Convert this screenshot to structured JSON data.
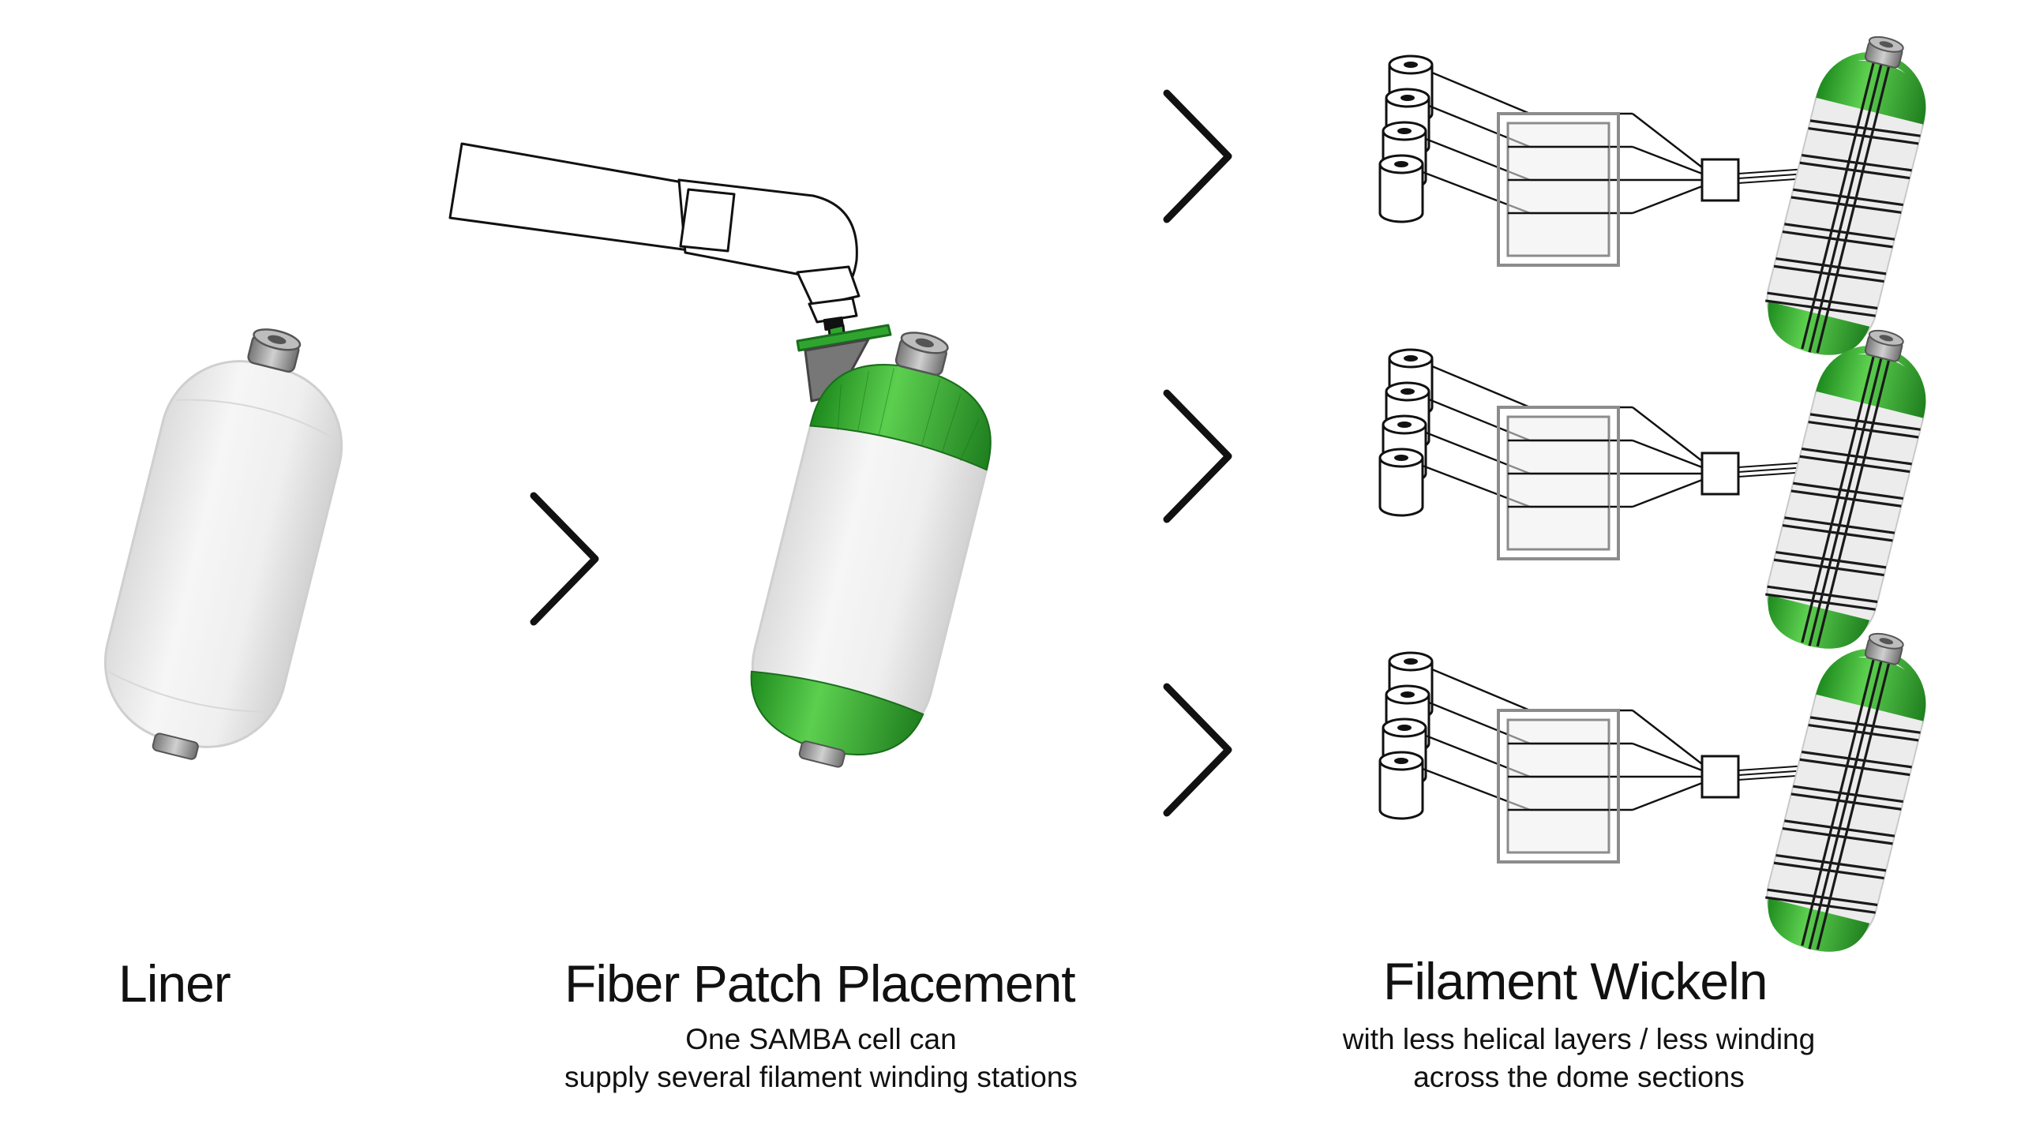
{
  "labels": {
    "liner": "Liner",
    "fpp_title": "Fiber Patch Placement",
    "fpp_sub1": "One SAMBA cell can",
    "fpp_sub2": "supply several filament winding stations",
    "fw_title": "Filament Wickeln",
    "fw_sub1": "with less helical layers / less winding",
    "fw_sub2": "across the dome sections"
  },
  "colors": {
    "ink": "#111111",
    "liner_white": "#eeeeee",
    "fiber_green": "#2fa52f",
    "cap_grey": "#9a9a9a",
    "frame_grey": "#8c8c8c"
  },
  "icons": [
    "tank-icon",
    "robot-arm-icon",
    "chevron-right-icon",
    "bobbin-icon",
    "winding-frame-icon",
    "eye-guide-icon",
    "wound-tank-icon"
  ],
  "stations": 3
}
